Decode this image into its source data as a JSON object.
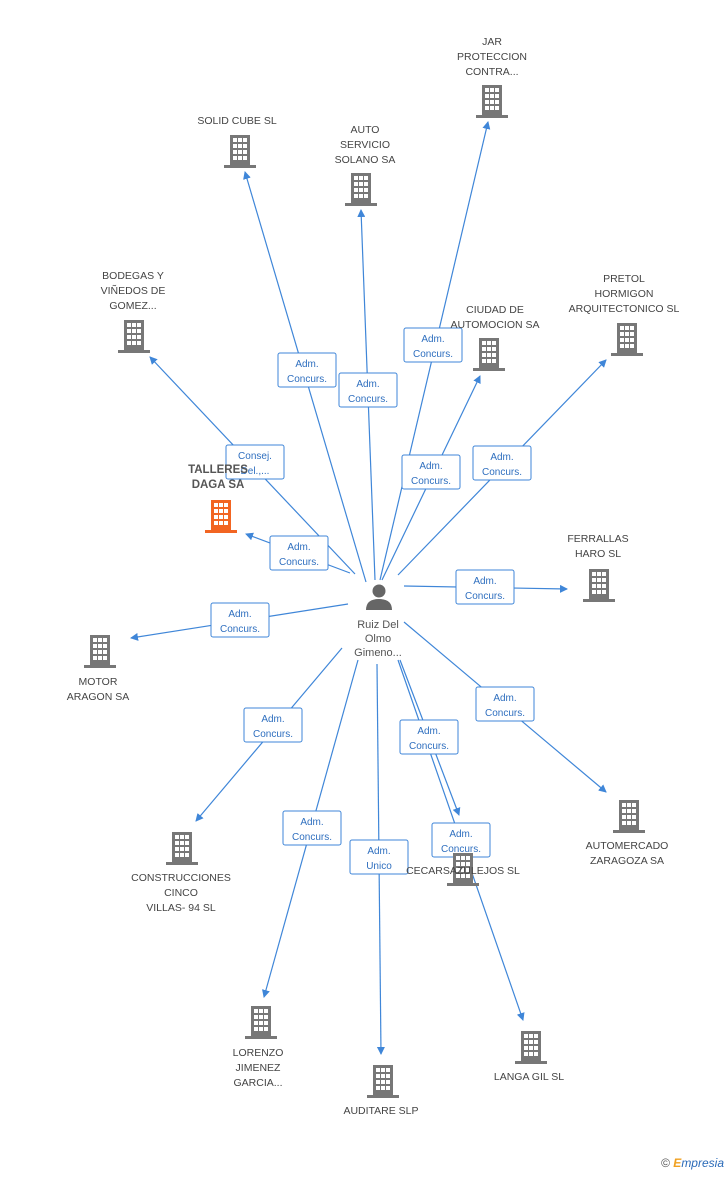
{
  "colors": {
    "edge": "#3f86d8",
    "building": "#777777",
    "focus_building": "#f26522"
  },
  "person": {
    "name_lines": [
      "Ruiz Del",
      "Olmo",
      "Gimeno..."
    ]
  },
  "brand": {
    "copyright": "©",
    "e": "E",
    "rest": "mpresia"
  },
  "nodes": [
    {
      "id": "jar",
      "name": [
        "JAR",
        "PROTECCION",
        "CONTRA..."
      ],
      "edge_label": [
        "Adm.",
        "Concurs."
      ]
    },
    {
      "id": "solid",
      "name": [
        "SOLID CUBE SL"
      ],
      "edge_label": [
        "Adm.",
        "Concurs."
      ]
    },
    {
      "id": "auto",
      "name": [
        "AUTO",
        "SERVICIO",
        "SOLANO SA"
      ],
      "edge_label": [
        "Adm.",
        "Concurs."
      ]
    },
    {
      "id": "bodegas",
      "name": [
        "BODEGAS Y",
        "VIÑEDOS DE",
        "GOMEZ..."
      ],
      "edge_label": [
        "Consej.",
        "Del.,..."
      ]
    },
    {
      "id": "ciudad",
      "name": [
        "CIUDAD DE",
        "AUTOMOCION SA"
      ],
      "edge_label": [
        "Adm.",
        "Concurs."
      ]
    },
    {
      "id": "pretol",
      "name": [
        "PRETOL",
        "HORMIGON",
        "ARQUITECTONICO SL"
      ],
      "edge_label": [
        "Adm.",
        "Concurs."
      ]
    },
    {
      "id": "talleres",
      "name": [
        "TALLERES",
        "DAGA SA"
      ],
      "focus": true,
      "edge_label": [
        "Adm.",
        "Concurs."
      ]
    },
    {
      "id": "ferrallas",
      "name": [
        "FERRALLAS",
        "HARO SL"
      ],
      "edge_label": [
        "Adm.",
        "Concurs."
      ]
    },
    {
      "id": "motor",
      "name": [
        "MOTOR",
        "ARAGON SA"
      ],
      "edge_label": [
        "Adm.",
        "Concurs."
      ]
    },
    {
      "id": "construcciones",
      "name": [
        "CONSTRUCCIONES",
        "CINCO",
        "VILLAS- 94 SL"
      ],
      "edge_label": [
        "Adm.",
        "Concurs."
      ]
    },
    {
      "id": "automercado",
      "name": [
        "AUTOMERCADO",
        "ZARAGOZA SA"
      ],
      "edge_label": [
        "Adm.",
        "Concurs."
      ]
    },
    {
      "id": "cecars",
      "name": [
        "CECARSAZULEJOS SL"
      ],
      "edge_label": [
        "Adm.",
        "Concurs."
      ]
    },
    {
      "id": "langa",
      "name": [
        "LANGA GIL SL"
      ],
      "edge_label": [
        "Adm.",
        "Concurs."
      ]
    },
    {
      "id": "lorenzo",
      "name": [
        "LORENZO",
        "JIMENEZ",
        "GARCIA..."
      ],
      "edge_label": [
        "Adm.",
        "Concurs."
      ]
    },
    {
      "id": "auditare",
      "name": [
        "AUDITARE SLP"
      ],
      "edge_label": [
        "Adm.",
        "Unico"
      ]
    }
  ]
}
